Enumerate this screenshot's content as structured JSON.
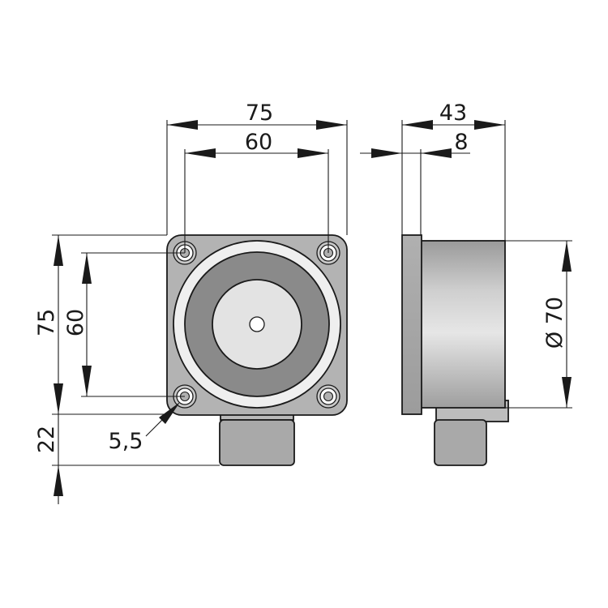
{
  "dimensions": {
    "front_width_outer": "75",
    "front_width_holes": "60",
    "front_height_outer": "75",
    "front_height_holes": "60",
    "connector_height": "22",
    "hole_diameter": "5,5",
    "side_depth": "43",
    "plate_thickness": "8",
    "body_diameter": "Ø 70"
  },
  "colors": {
    "plate": "#b3b3b3",
    "ring": "#efefef",
    "coil": "#8a8a8a",
    "core": "#e3e3e3",
    "connector": "#a8a8a8",
    "line": "#1a1a1a"
  }
}
